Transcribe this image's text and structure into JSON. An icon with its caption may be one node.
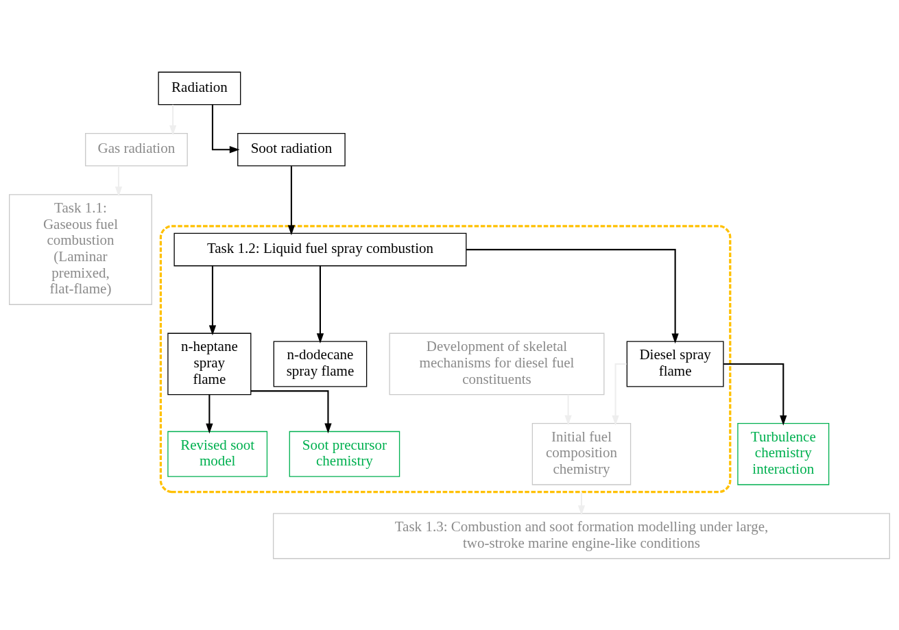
{
  "diagram": {
    "nodes": [
      {
        "text": [
          "Radiation"
        ]
      },
      {
        "text": [
          "Gas radiation"
        ]
      },
      {
        "text": [
          "Soot radiation"
        ]
      },
      {
        "text": [
          "Task 1.1: Gaseous fuel combustion (Laminar premixed, flat-flame)"
        ]
      },
      {
        "text": [],
        "shape": "box"
      },
      {
        "text": [
          "Task 1.2: Liquid fuel spray combustion"
        ],
        "in": 4
      },
      {
        "text": [
          "n-heptane spray flame"
        ],
        "in": 4
      },
      {
        "text": [
          "n-dodecane spray flame"
        ],
        "in": 4
      },
      {
        "text": [
          "Diesel spray flame"
        ],
        "in": 4
      },
      {
        "text": [
          "Soot precursor chemistry"
        ],
        "in": 4
      },
      {
        "text": [
          "Revised soot model"
        ],
        "in": 4
      },
      {
        "text": [
          "Development of skeletal mechanisms for diesel fuel constituents"
        ],
        "in": 4
      },
      {
        "text": [
          "Initial fuel composition chemistry"
        ],
        "in": 4
      },
      {
        "text": [
          "Turbulence chemistry interaction"
        ]
      },
      {
        "text": [
          "Task 1.3: Combustion and soot formation modelling under large, two-stroke marine engine-like conditions"
        ]
      }
    ],
    "edges": [
      {
        "from": 0,
        "to": 1,
        "arrow": "to",
        "color": "#eeeeee"
      },
      {
        "from": 0,
        "to": 2,
        "arrow": "to"
      },
      {
        "from": 1,
        "to": 3,
        "arrow": "to",
        "color": "#eeeeee"
      },
      {
        "from": 2,
        "to": 5,
        "arrow": "to"
      },
      {
        "from": 5,
        "to": 6,
        "arrow": "to"
      },
      {
        "from": 5,
        "to": 7,
        "arrow": "to"
      },
      {
        "from": 5,
        "to": 8,
        "arrow": "to"
      },
      {
        "from": 6,
        "to": 9,
        "arrow": "to"
      },
      {
        "from": 6,
        "to": 10,
        "arrow": "to"
      },
      {
        "from": 8,
        "to": 12,
        "arrow": "to",
        "color": "#eeeeee"
      },
      {
        "from": 8,
        "to": 13,
        "arrow": "to"
      },
      {
        "from": 11,
        "to": 12,
        "arrow": "to",
        "color": "#eeeeee"
      },
      {
        "from": 4,
        "to": 14,
        "arrow": "to",
        "color": "#eeeeee"
      }
    ]
  }
}
